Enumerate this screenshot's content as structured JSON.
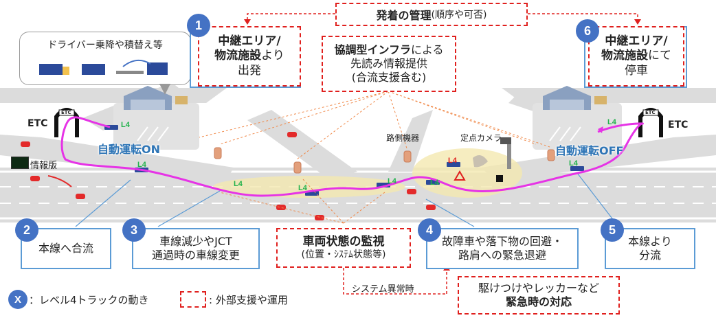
{
  "management": {
    "bold": "発着の管理",
    "rest": "(順序や可否)"
  },
  "top_left_box": {
    "label": "ドライバー乗降や積替え等"
  },
  "step1": {
    "num": "1",
    "line1": "中継エリア/",
    "line2_bold": "物流施設",
    "line2_rest": "より",
    "line3": "出発"
  },
  "step6": {
    "num": "6",
    "line1": "中継エリア/",
    "line2_bold": "物流施設",
    "line2_rest": "にて",
    "line3": "停車"
  },
  "infra": {
    "bold": "協調型インフラ",
    "rest": "による",
    "line2": "先読み情報提供",
    "line3": "(合流支援含む)"
  },
  "etc_left": "ETC",
  "etc_right": "ETC",
  "gate_label": "ETC",
  "auto_on": "自動運転ON",
  "auto_off": "自動運転OFF",
  "info_board": "情報版",
  "roadside_device": "路側機器",
  "fixed_camera": "定点カメラ",
  "l4_tag": "L4",
  "step2": {
    "num": "2",
    "text": "本線へ合流"
  },
  "step3": {
    "num": "3",
    "line1": "車線減少やJCT",
    "line2": "通過時の車線変更"
  },
  "monitor": {
    "bold": "車両状態の監視",
    "line2": "(位置・ｼｽﾃﾑ状態等)"
  },
  "step4": {
    "num": "4",
    "line1": "故障車や落下物の回避・",
    "line2": "路肩への緊急退避"
  },
  "step5": {
    "num": "5",
    "line1": "本線より",
    "line2": "分流"
  },
  "system_error": "システム異常時",
  "emergency": {
    "line1": "駆けつけやレッカーなど",
    "bold": "緊急時の対応"
  },
  "legend": {
    "symbol": "X",
    "item1": "：レベル4トラックの動き",
    "item2": ": 外部支援や運用"
  },
  "colors": {
    "blue": "#4472c4",
    "red": "#e0201e",
    "magenta": "#e633e6",
    "onoff": "#2e75b6"
  }
}
